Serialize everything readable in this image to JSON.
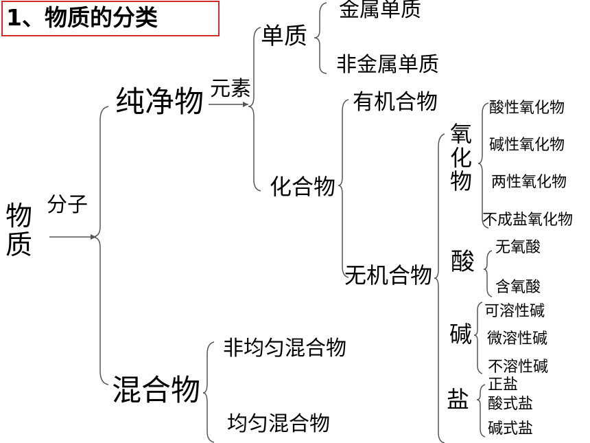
{
  "title": "1、物质的分类",
  "root": "物质",
  "edge_root": "分子",
  "pure": "纯净物",
  "mixture": "混合物",
  "edge_pure": "元素",
  "simple": "单质",
  "metal": "金属单质",
  "nonmetal": "非金属单质",
  "compound": "化合物",
  "organic": "有机合物",
  "inorganic": "无机合物",
  "oxide": "氧化物",
  "oxides": [
    "酸性氧化物",
    "碱性氧化物",
    "两性氧化物",
    "不成盐氧化物"
  ],
  "acid": "酸",
  "acids": [
    "无氧酸",
    "含氧酸"
  ],
  "base": "碱",
  "bases": [
    "可溶性碱",
    "微溶性碱",
    "不溶性碱"
  ],
  "salt": "盐",
  "salts": [
    "正盐",
    "酸式盐",
    "碱式盐"
  ],
  "mix_types": [
    "非均匀混合物",
    "均匀混合物"
  ],
  "colors": {
    "title_border": "#d02a2a",
    "line": "#555555",
    "text": "#000000"
  }
}
